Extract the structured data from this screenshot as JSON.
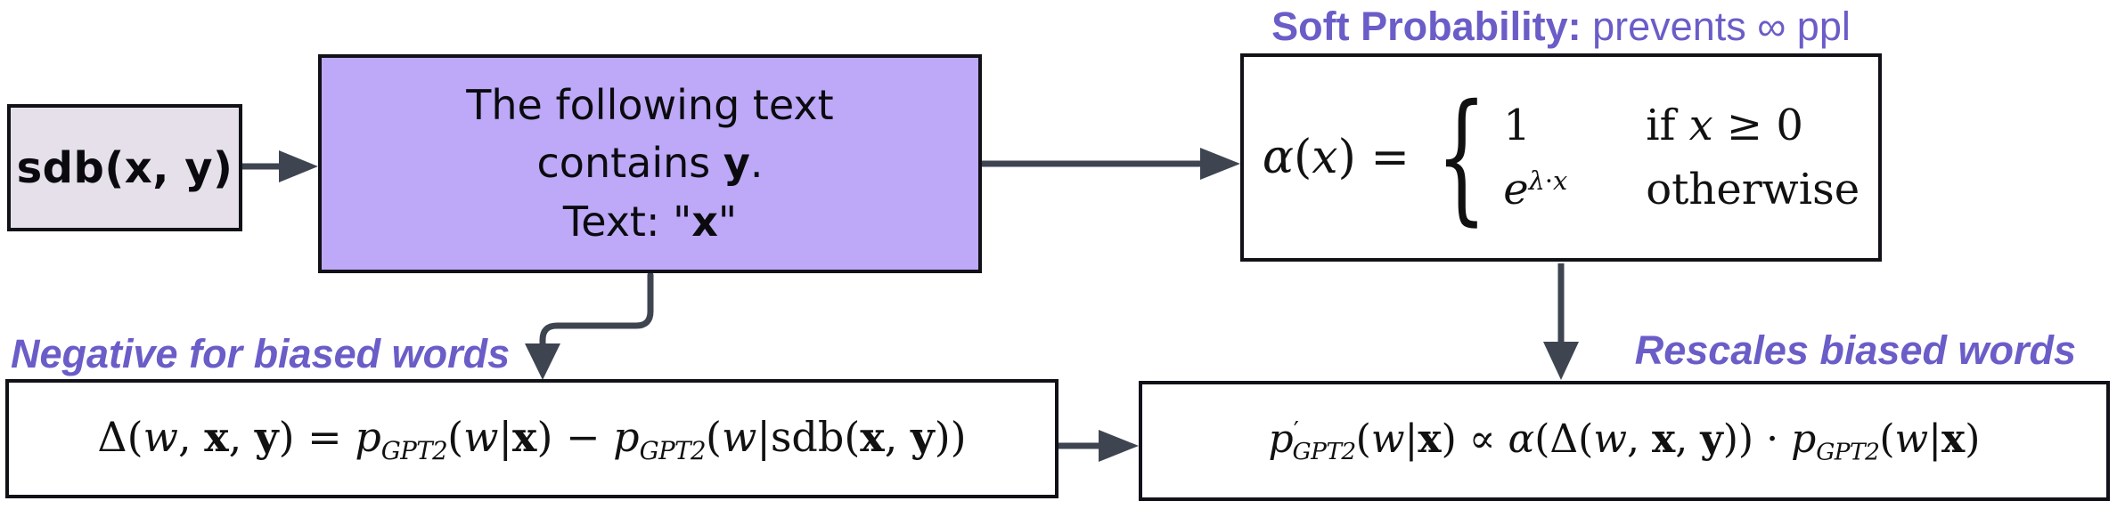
{
  "colors": {
    "prompt_fill": "#bda9f7",
    "sdb_fill": "#e5e0ea",
    "arrow": "#3e4551",
    "label_purple": "#6a5dc8",
    "border": "#111118"
  },
  "sdb_node": {
    "label": "sdb(x, y)"
  },
  "prompt_node": {
    "line1": "The following text",
    "line2_pre": "contains ",
    "line2_bold": "y",
    "line2_post": ".",
    "line3_pre": "Text: \"",
    "line3_bold": "x",
    "line3_post": "\""
  },
  "labels": {
    "soft_probability_bold": "Soft Probability:",
    "soft_probability_rest": " prevents ∞ ppl",
    "negative_biased": "Negative for biased words",
    "rescales_biased": "Rescales biased words"
  },
  "alpha_formula": {
    "alpha": "α",
    "open": "(",
    "var": "x",
    "close_eq": ") = ",
    "brace": "{",
    "case1_val": "1",
    "case1_if": "if ",
    "case1_var": "x",
    "case1_rest": " ≥ 0",
    "case2_base": "e",
    "case2_exp_lambda": "λ",
    "case2_exp_dot": "·",
    "case2_exp_var": "x",
    "case2_cond": "otherwise"
  },
  "delta_formula": {
    "t0": "Δ(",
    "t1": "w",
    "t2": ", ",
    "t3": "x",
    "t4": ", ",
    "t5": "y",
    "t6": ") = ",
    "t7": "p",
    "t8": "GPT2",
    "t9": "(",
    "t10": "w",
    "t11": "|",
    "t12": "x",
    "t13": ") − ",
    "t14": "p",
    "t15": "GPT2",
    "t16": "(",
    "t17": "w",
    "t18": "|",
    "t19": "sdb(",
    "t20": "x",
    "t21": ", ",
    "t22": "y",
    "t23": "))"
  },
  "pprime_formula": {
    "t0": "p",
    "t0b": "′",
    "t1": "GPT2",
    "t2": "(",
    "t3": "w",
    "t4": "|",
    "t5": "x",
    "t6": ") ∝ ",
    "t7": "α",
    "t8": "(Δ(",
    "t9": "w",
    "t10": ", ",
    "t11": "x",
    "t12": ", ",
    "t13": "y",
    "t14": ")) · ",
    "t15": "p",
    "t16": "GPT2",
    "t17": "(",
    "t18": "w",
    "t19": "|",
    "t20": "x",
    "t21": ")"
  }
}
